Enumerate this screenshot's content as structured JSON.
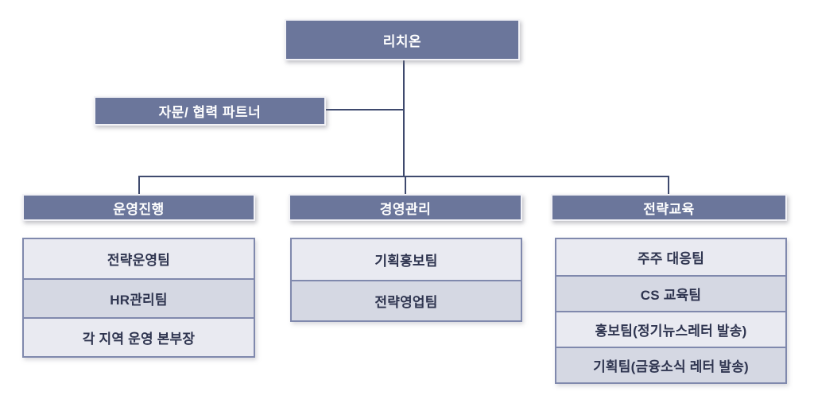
{
  "org": {
    "root": {
      "label": "리치온"
    },
    "partner": {
      "label": "자문/ 협력 파트너"
    },
    "branches": [
      {
        "label": "운영진행",
        "teams": [
          "전략운영팀",
          "HR관리팀",
          "각 지역 운영 본부장"
        ]
      },
      {
        "label": "경영관리",
        "teams": [
          "기획홍보팀",
          "전략영업팀"
        ]
      },
      {
        "label": "전략교육",
        "teams": [
          "주주 대응팀",
          "CS 교육팀",
          "홍보팀(정기뉴스레터 발송)",
          "기획팀(금융소식 레터 발송)"
        ]
      }
    ]
  },
  "colors": {
    "node_bg": "#6b769b",
    "node_text": "#ffffff",
    "row_light": "#e9eaf1",
    "row_dark": "#d5d8e3",
    "row_border": "#8089ad",
    "line": "#3f4a6e",
    "row_text": "#2f3550",
    "page_bg": "#ffffff"
  }
}
